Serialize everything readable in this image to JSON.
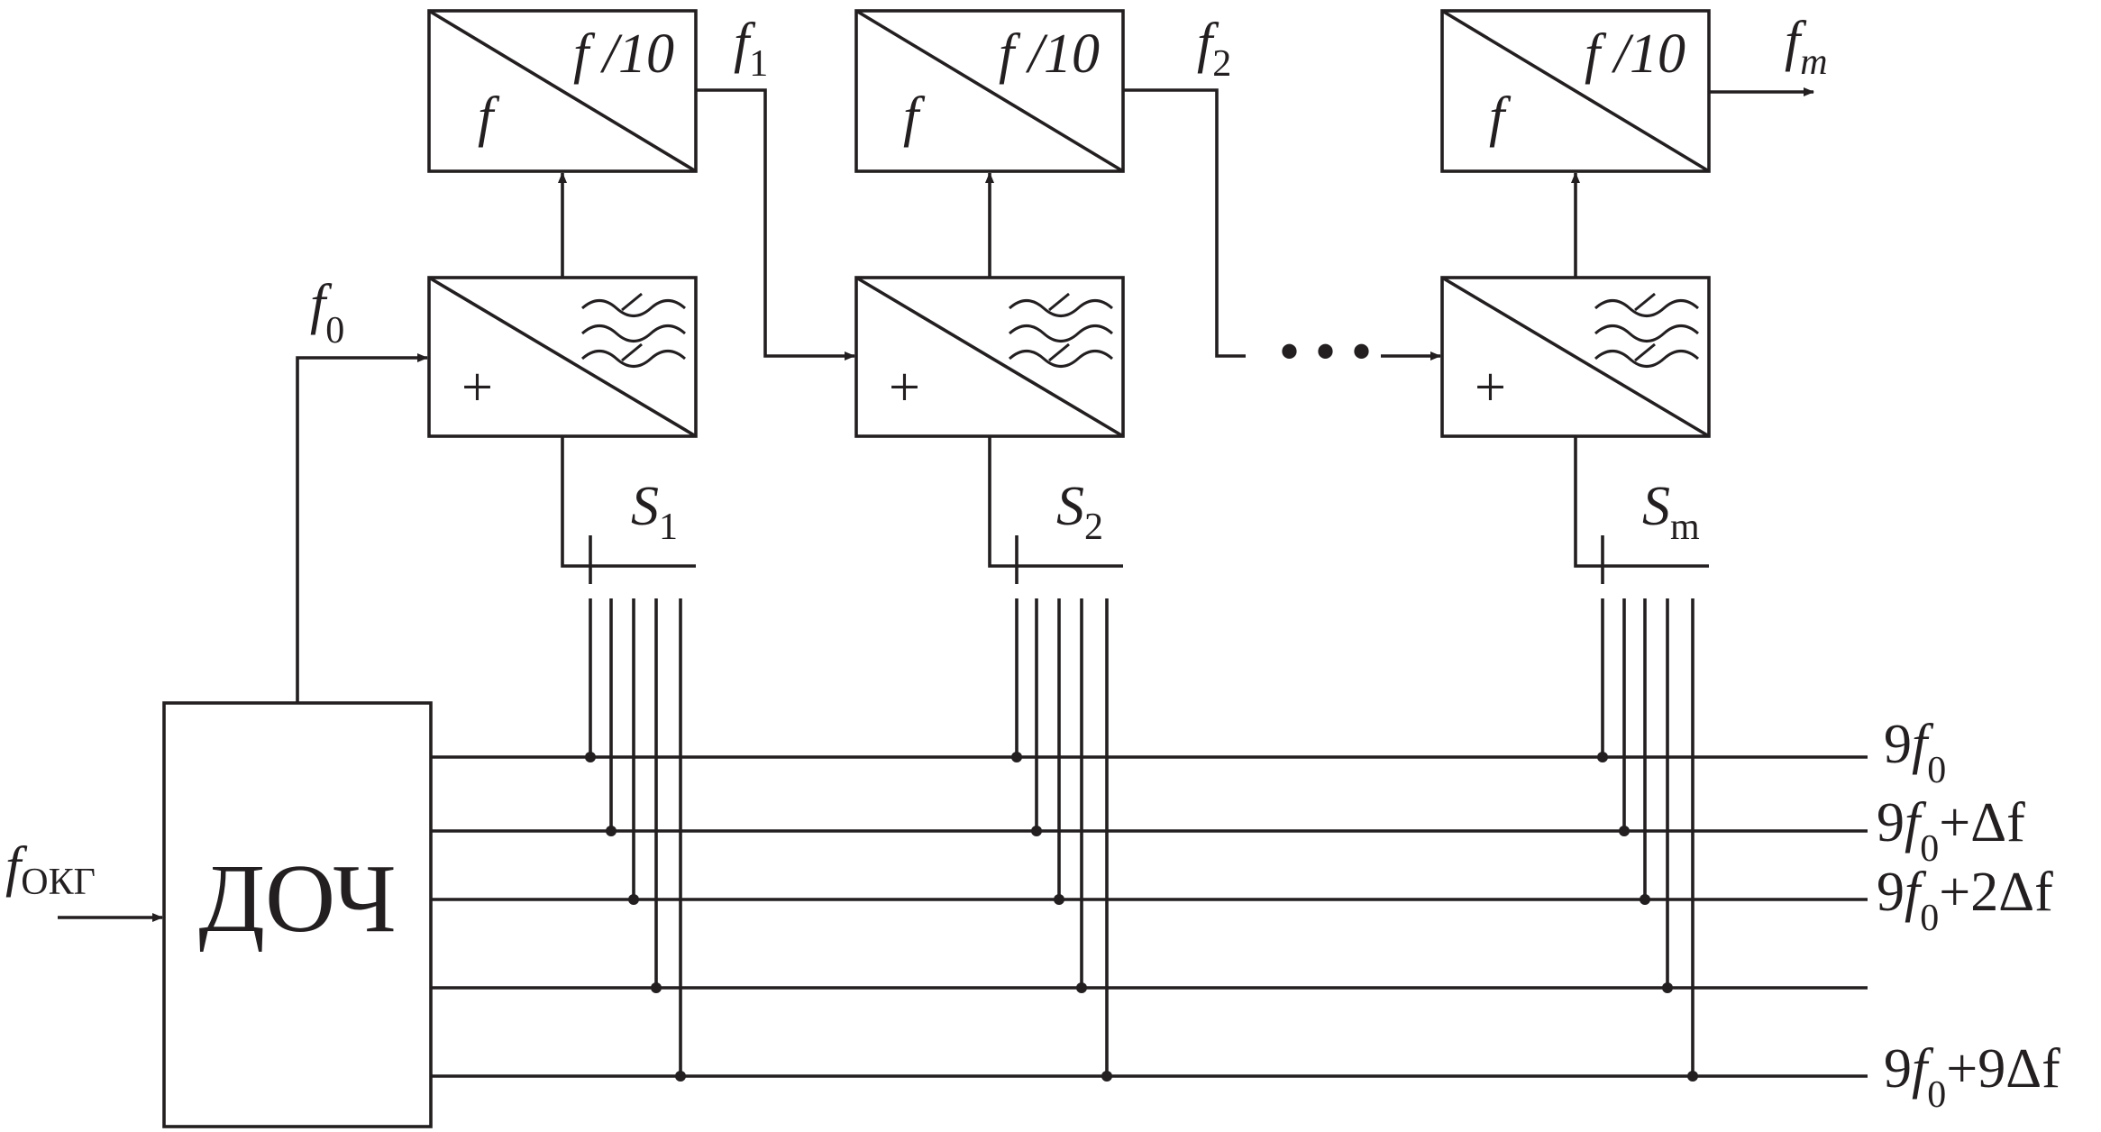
{
  "main_block": {
    "label": "ДОЧ"
  },
  "input": {
    "symbol": "f",
    "subscript": "ОКГ"
  },
  "base_output": {
    "symbol": "f",
    "subscript": "0"
  },
  "stages": [
    {
      "divider_in": "f",
      "divider_out": "f /10",
      "mixer_sign": "+",
      "output_symbol": "f",
      "output_subscript": "1",
      "switch_symbol": "S",
      "switch_subscript": "1"
    },
    {
      "divider_in": "f",
      "divider_out": "f /10",
      "mixer_sign": "+",
      "output_symbol": "f",
      "output_subscript": "2",
      "switch_symbol": "S",
      "switch_subscript": "2"
    },
    {
      "divider_in": "f",
      "divider_out": "f /10",
      "mixer_sign": "+",
      "output_symbol": "f",
      "output_subscript": "m",
      "switch_symbol": "S",
      "switch_subscript": "m"
    }
  ],
  "continuation": "• • •",
  "bus_lines": [
    {
      "p1": "9",
      "sym": "f",
      "sub": "0",
      "p2": ""
    },
    {
      "p1": "9",
      "sym": "f",
      "sub": "0",
      "p2": "+Δf"
    },
    {
      "p1": "9",
      "sym": "f",
      "sub": "0",
      "p2": "+2Δf"
    },
    {
      "p1": "",
      "sym": "",
      "sub": "",
      "p2": ""
    },
    {
      "p1": "9",
      "sym": "f",
      "sub": "0",
      "p2": "+9Δf"
    }
  ]
}
